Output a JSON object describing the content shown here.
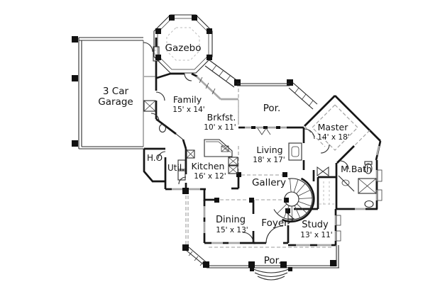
{
  "drawing": {
    "type": "house floor plan",
    "colors": {
      "wall": "#161616",
      "window": "#a8a8a8",
      "background": "#ffffff"
    }
  },
  "rooms": {
    "garage": {
      "line1": "3 Car",
      "line2": "Garage"
    },
    "gazebo": {
      "label": "Gazebo"
    },
    "family": {
      "label": "Family",
      "dims": "15' x 14'"
    },
    "brkfst": {
      "label": "Brkfst.",
      "dims": "10' x 11'"
    },
    "por_top": {
      "label": "Por."
    },
    "master": {
      "label": "Master",
      "dims": "14' x 18'"
    },
    "ho": {
      "label": "H.O"
    },
    "util": {
      "label": "Util."
    },
    "kitchen": {
      "label": "Kitchen",
      "dims": "16' x 12'"
    },
    "living": {
      "label": "Living",
      "dims": "18' x 17'"
    },
    "mbath": {
      "label": "M.Bath"
    },
    "gallery": {
      "label": "Gallery"
    },
    "dining": {
      "label": "Dining",
      "dims": "15' x 13'"
    },
    "foyer": {
      "label": "Foyer"
    },
    "study": {
      "label": "Study",
      "dims": "13' x 11'"
    },
    "por_bottom": {
      "label": "Por."
    }
  }
}
